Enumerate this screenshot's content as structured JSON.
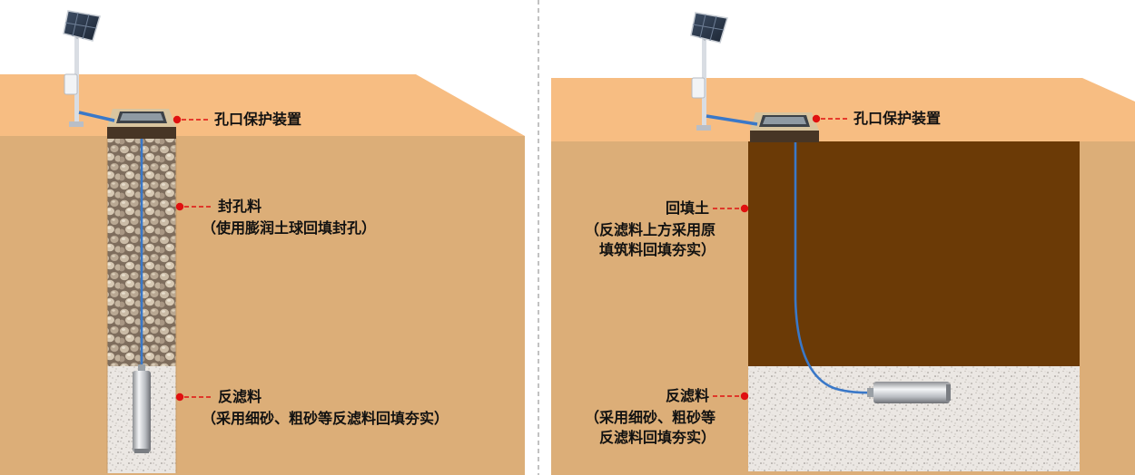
{
  "colors": {
    "sky": "#ffffff",
    "topsoil": "#f7bd82",
    "soil": "#dcae78",
    "backfill_soil": "#6b3a06",
    "cable": "#3a78c8",
    "marker": "#e01010"
  },
  "left_panel": {
    "wellhead_label": "孔口保护装置",
    "seal_label": "封孔料",
    "seal_note": "（使用膨润土球回填封孔）",
    "filter_label": "反滤料",
    "filter_note": "（采用细砂、粗砂等反滤料回填夯实）"
  },
  "right_panel": {
    "wellhead_label": "孔口保护装置",
    "backfill_label": "回填土",
    "backfill_note_1": "（反滤料上方采用原",
    "backfill_note_2": "填筑料回填夯实）",
    "filter_label": "反滤料",
    "filter_note_1": "（采用细砂、粗砂等",
    "filter_note_2": "反滤料回填夯实）"
  }
}
